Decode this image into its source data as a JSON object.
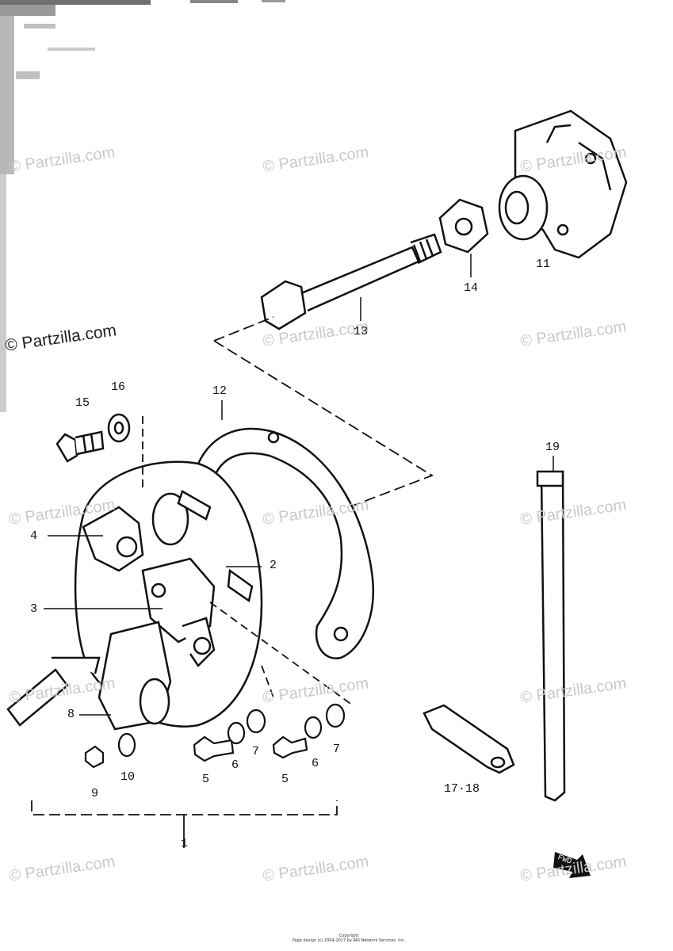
{
  "watermark": "© Partzilla.com",
  "callouts": {
    "c1": "1",
    "c2": "2",
    "c3": "3",
    "c4": "4",
    "c5a": "5",
    "c5b": "5",
    "c6a": "6",
    "c6b": "6",
    "c7a": "7",
    "c7b": "7",
    "c8": "8",
    "c9": "9",
    "c10": "10",
    "c11": "11",
    "c12": "12",
    "c13": "13",
    "c14": "14",
    "c15": "15",
    "c16": "16",
    "c1718": "17·18",
    "c19": "19"
  },
  "footer": {
    "line1": "Copyright",
    "line2": "Page design (c) 2004-2017 by ARI Network Services, Inc."
  },
  "front_badge": "FWD"
}
